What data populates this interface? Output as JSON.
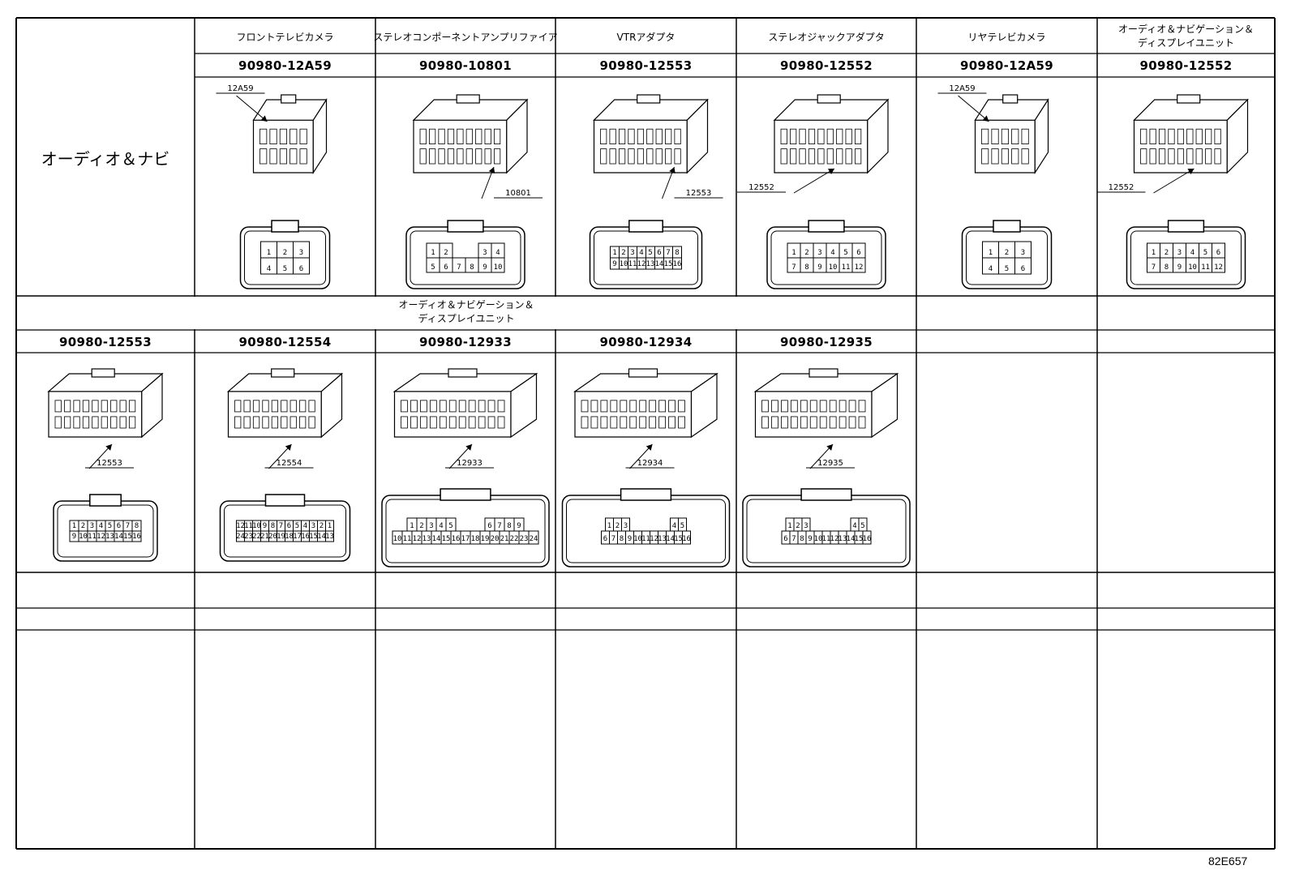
{
  "section_label": "オーディオ＆ナビ",
  "sheet_id": "82E657",
  "row1": {
    "columns": [
      {
        "name": "フロントテレビカメラ",
        "part_number": "90980-12A59",
        "callout": "12A59",
        "pins_top": [
          "1",
          "2",
          "3"
        ],
        "pins_bottom": [
          "4",
          "5",
          "6"
        ]
      },
      {
        "name": "ステレオコンポーネントアンプリファイア",
        "part_number": "90980-10801",
        "callout": "10801",
        "pins_top": [
          "1",
          "2",
          "",
          "",
          "3",
          "4"
        ],
        "pins_bottom": [
          "5",
          "6",
          "7",
          "8",
          "9",
          "10"
        ]
      },
      {
        "name": "VTRアダプタ",
        "part_number": "90980-12553",
        "callout": "12553",
        "pins_top": [
          "1",
          "2",
          "3",
          "4",
          "5",
          "6",
          "7",
          "8"
        ],
        "pins_bottom": [
          "9",
          "10",
          "11",
          "12",
          "13",
          "14",
          "15",
          "16"
        ]
      },
      {
        "name": "ステレオジャックアダプタ",
        "part_number": "90980-12552",
        "callout": "12552",
        "pins_top": [
          "1",
          "2",
          "3",
          "4",
          "5",
          "6"
        ],
        "pins_bottom": [
          "7",
          "8",
          "9",
          "10",
          "11",
          "12"
        ]
      },
      {
        "name": "リヤテレビカメラ",
        "part_number": "90980-12A59",
        "callout": "12A59",
        "pins_top": [
          "1",
          "2",
          "3"
        ],
        "pins_bottom": [
          "4",
          "5",
          "6"
        ]
      },
      {
        "name_line1": "オーディオ＆ナビゲーション＆",
        "name_line2": "ディスプレイユニット",
        "part_number": "90980-12552",
        "callout": "12552",
        "pins_top": [
          "1",
          "2",
          "3",
          "4",
          "5",
          "6"
        ],
        "pins_bottom": [
          "7",
          "8",
          "9",
          "10",
          "11",
          "12"
        ]
      }
    ]
  },
  "row2": {
    "group_name_line1": "オーディオ＆ナビゲーション＆",
    "group_name_line2": "ディスプレイユニット",
    "columns": [
      {
        "part_number": "90980-12553",
        "callout": "12553",
        "pins_top": [
          "1",
          "2",
          "3",
          "4",
          "5",
          "6",
          "7",
          "8"
        ],
        "pins_bottom": [
          "9",
          "10",
          "11",
          "12",
          "13",
          "14",
          "15",
          "16"
        ]
      },
      {
        "part_number": "90980-12554",
        "callout": "12554",
        "pins_top": [
          "12",
          "11",
          "10",
          "9",
          "8",
          "7",
          "6",
          "5",
          "4",
          "3",
          "2",
          "1"
        ],
        "pins_bottom": [
          "24",
          "23",
          "22",
          "21",
          "20",
          "19",
          "18",
          "17",
          "16",
          "15",
          "14",
          "13"
        ]
      },
      {
        "part_number": "90980-12933",
        "callout": "12933",
        "pins_top": [
          "1",
          "2",
          "3",
          "4",
          "5",
          "",
          "",
          "",
          "6",
          "7",
          "8",
          "9"
        ],
        "pins_bottom": [
          "10",
          "11",
          "12",
          "13",
          "14",
          "15",
          "16",
          "17",
          "18",
          "19",
          "20",
          "21",
          "22",
          "23",
          "24"
        ]
      },
      {
        "part_number": "90980-12934",
        "callout": "12934",
        "pins_top": [
          "1",
          "2",
          "3",
          "",
          "",
          "",
          "",
          "",
          "4",
          "5"
        ],
        "pins_bottom": [
          "6",
          "7",
          "8",
          "9",
          "10",
          "11",
          "12",
          "13",
          "14",
          "15",
          "16"
        ]
      },
      {
        "part_number": "90980-12935",
        "callout": "12935",
        "pins_top": [
          "1",
          "2",
          "3",
          "",
          "",
          "",
          "",
          "",
          "4",
          "5"
        ],
        "pins_bottom": [
          "6",
          "7",
          "8",
          "9",
          "10",
          "11",
          "12",
          "13",
          "14",
          "15",
          "16"
        ]
      }
    ]
  }
}
